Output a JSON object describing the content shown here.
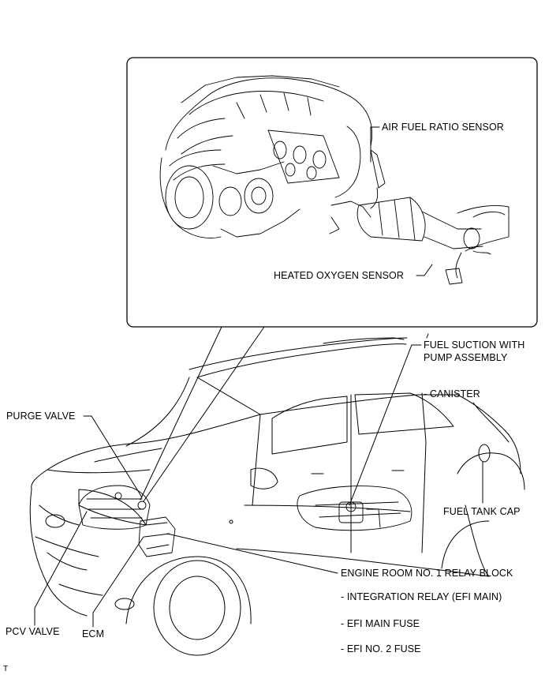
{
  "labels": {
    "air_fuel_ratio_sensor": "AIR FUEL RATIO SENSOR",
    "heated_oxygen_sensor": "HEATED OXYGEN SENSOR",
    "fuel_suction_line1": "FUEL SUCTION WITH",
    "fuel_suction_line2": "PUMP ASSEMBLY",
    "canister": "- CANISTER",
    "purge_valve": "PURGE VALVE",
    "fuel_tank_cap": "FUEL TANK CAP",
    "engine_room_relay_block": "ENGINE ROOM NO. 1 RELAY BLOCK",
    "integration_relay": "- INTEGRATION RELAY (EFI MAIN)",
    "efi_main_fuse": "- EFI MAIN FUSE",
    "efi_no2_fuse": "- EFI NO. 2 FUSE",
    "pcv_valve": "PCV VALVE",
    "ecm": "ECM",
    "corner_mark": "T"
  },
  "colors": {
    "line": "#000000",
    "background": "#ffffff"
  }
}
